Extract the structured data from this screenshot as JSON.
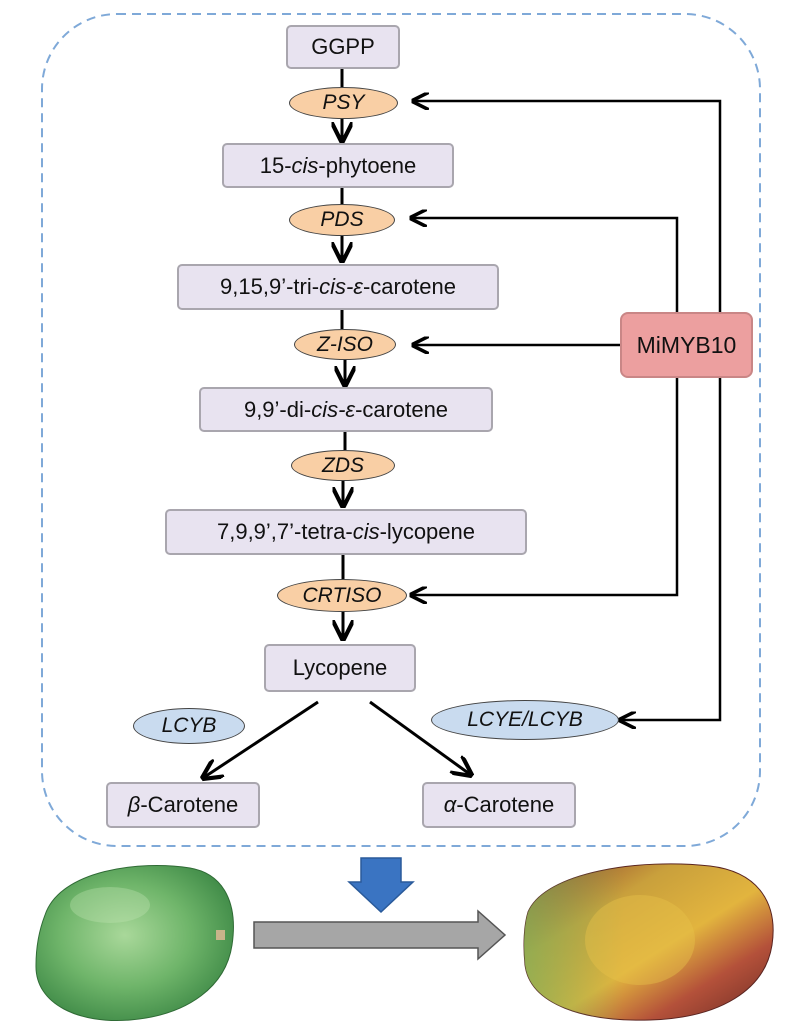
{
  "pathway": {
    "precursor": "GGPP",
    "enzymes": {
      "psy": "PSY",
      "pds": "PDS",
      "ziso": "Z-ISO",
      "zds": "ZDS",
      "crtiso": "CRTISO",
      "lcyb": "LCYB",
      "lcye_lcyb": "LCYE/LCYB"
    },
    "intermediates": {
      "phytoene": {
        "prefix": "15-",
        "italic": "cis",
        "suffix": "-phytoene"
      },
      "tri_cis": {
        "prefix": "9,15,9’-tri-",
        "italic": "cis-ε",
        "suffix": "-carotene"
      },
      "di_cis": {
        "prefix": "9,9’-di-",
        "italic": "cis-ε",
        "suffix": "-carotene"
      },
      "tetra_cis": {
        "prefix": "7,9,9’,7’-tetra-",
        "italic": "cis",
        "suffix": "-lycopene"
      },
      "lycopene": "Lycopene"
    },
    "products": {
      "beta": {
        "greek": "β",
        "name": "-Carotene"
      },
      "alpha": {
        "greek": "α",
        "name": "-Carotene"
      }
    },
    "regulator": "MiMYB10"
  },
  "colors": {
    "metabolite_fill": "#e8e3f0",
    "enzyme_orange": "#f9cfa5",
    "enzyme_blue": "#c9dbef",
    "regulator_fill": "#ec9f9f",
    "dashed_border": "#7fa9d8",
    "down_arrow": "#3a74c2",
    "ripening_arrow": "#a6a6a6"
  },
  "illustration": {
    "left_fruit": "green-mango",
    "right_fruit": "ripe-mango"
  }
}
